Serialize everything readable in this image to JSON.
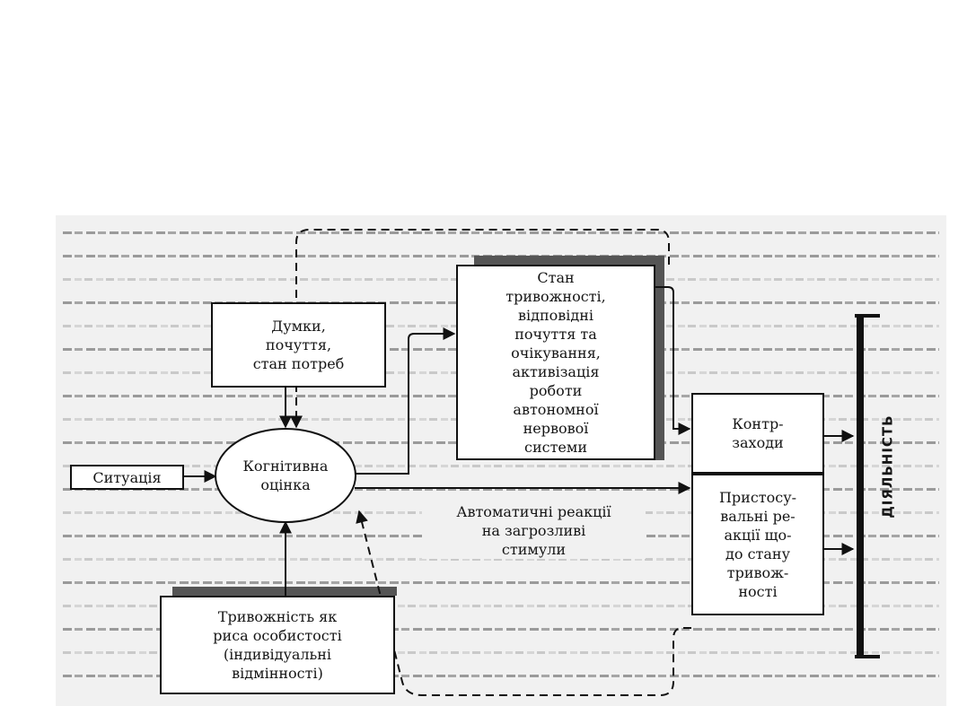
{
  "nodes": {
    "situation": "Ситуація",
    "thoughts": "Думки,\nпочуття,\nстан потреб",
    "cognitive": "Когнітивна\nоцінка",
    "anxiety_state": "Стан\nтривожності,\nвідповідні\nпочуття та\nочікування,\nактивізація\nроботи\nавтономної\nнервової\nсистеми",
    "countermeasures": "Контр-\nзаходи",
    "adaptive": "Пристосу-\nвальні ре-\nакції що-\nдо стану\nтривож-\nності",
    "automatic": "Автоматичні реакції\nна загрозливі\nстимули",
    "trait": "Тривожність як\nриса особистості\n(індивідуальні\nвідмінності)",
    "activity": "ДІЯЛЬНІСТЬ"
  }
}
